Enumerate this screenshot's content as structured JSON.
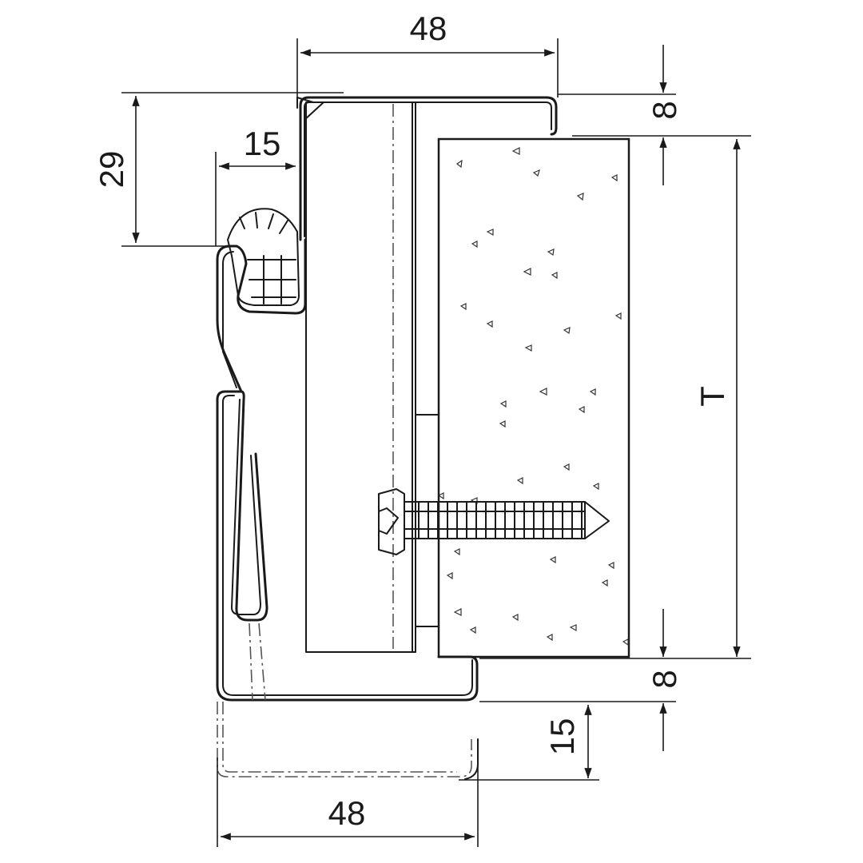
{
  "dimensions": {
    "top_width": "48",
    "bottom_width": "48",
    "left_height": "29",
    "lip_width": "15",
    "top_right_gap": "8",
    "bottom_right_gap": "8",
    "bottom_offset": "15",
    "wall_thickness": "T"
  }
}
